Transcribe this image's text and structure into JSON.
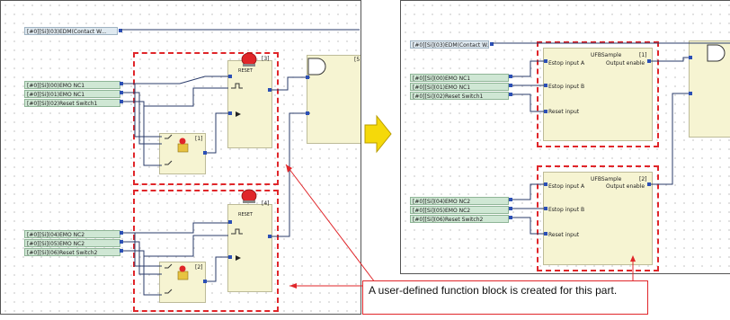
{
  "top_tag": "[#0][Si](03)EDM(Contact W...",
  "left": {
    "group1_inputs": [
      "[#0][Si](00)EMO NC1",
      "[#0][Si](01)EMO NC1",
      "[#0][Si](02)Reset Switch1"
    ],
    "group2_inputs": [
      "[#0][Si](04)EMO NC2",
      "[#0][Si](05)EMO NC2",
      "[#0][Si](06)Reset Switch2"
    ],
    "reset_label": "RESET",
    "block_numbers": [
      "[3]",
      "[1]",
      "[4]",
      "[2]",
      "[5"
    ]
  },
  "right": {
    "group1_inputs": [
      "[#0][Si](00)EMO NC1",
      "[#0][Si](01)EMO NC1",
      "[#0][Si](02)Reset Switch1"
    ],
    "group2_inputs": [
      "[#0][Si](04)EMO NC2",
      "[#0][Si](05)EMO NC2",
      "[#0][Si](06)Reset Switch2"
    ],
    "fb1": {
      "name": "UFBSample",
      "index": "[1]",
      "port_a": "Estop input A",
      "port_b": "Estop input B",
      "port_reset": "Reset input",
      "output": "Output enable"
    },
    "fb2": {
      "name": "UFBSample",
      "index": "[2]",
      "port_a": "Estop input A",
      "port_b": "Estop input B",
      "port_reset": "Reset input",
      "output": "Output enable"
    }
  },
  "callout_text": "A user-defined function block is created for this part.",
  "colors": {
    "highlight": "#e0262a",
    "arrow": "#f5d90a",
    "port": "#2b4fb5",
    "wire": "#2a3b6a"
  }
}
